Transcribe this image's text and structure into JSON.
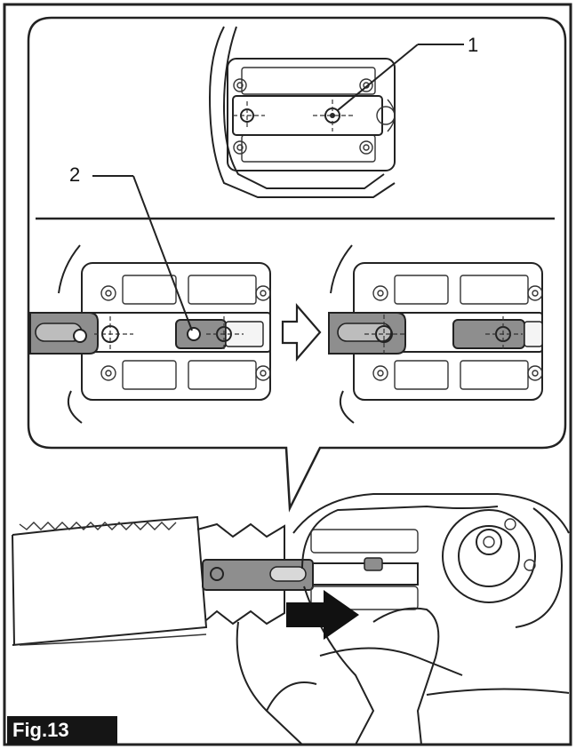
{
  "callouts": {
    "one": "1",
    "two": "2"
  },
  "figure_label": "Fig.13",
  "colors": {
    "line": "#222222",
    "plate": "#8e8e8e",
    "slot_light": "#f4f4f4",
    "label_bg": "#151515",
    "arrow": "#111111"
  },
  "icons": {
    "direction_arrow_top": "arrow-right-outline",
    "direction_arrow_bottom": "arrow-right-solid"
  }
}
